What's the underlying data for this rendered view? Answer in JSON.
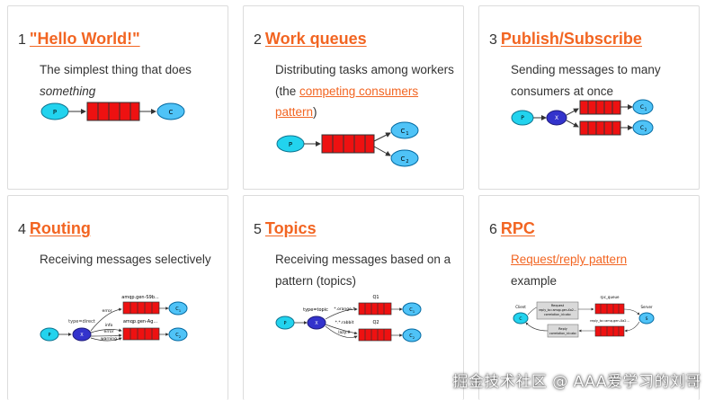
{
  "colors": {
    "accent": "#f26522",
    "producer": "#22d3ee",
    "consumer": "#4fc3f7",
    "exchange": "#3333cc",
    "queue": "#ee1111"
  },
  "cards": [
    {
      "number": "1",
      "title": "\"Hello World!\"",
      "desc_line1": "The simplest thing that does",
      "desc_em": "something",
      "diagram": {
        "producer_label": "P",
        "consumer_label": "C"
      }
    },
    {
      "number": "2",
      "title": "Work queues",
      "desc_before": "Distributing tasks among workers (the ",
      "desc_link": "competing consumers pattern",
      "desc_after": ")",
      "diagram": {
        "producer_label": "P",
        "consumer1_label": "C",
        "consumer1_sub": "1",
        "consumer2_label": "C",
        "consumer2_sub": "2"
      }
    },
    {
      "number": "3",
      "title": "Publish/Subscribe",
      "desc": "Sending messages to many consumers at once",
      "diagram": {
        "producer_label": "P",
        "exchange_label": "X",
        "consumer1_label": "C",
        "consumer1_sub": "1",
        "consumer2_label": "C",
        "consumer2_sub": "2"
      }
    },
    {
      "number": "4",
      "title": "Routing",
      "desc": "Receiving messages selectively",
      "diagram": {
        "producer_label": "P",
        "exchange_label": "X",
        "exchange_type": "type=direct",
        "queue1_name": "amqp.gen-S9b...",
        "queue2_name": "amqp.gen-Ag...",
        "binding_error": "error",
        "binding_info": "info",
        "binding_error2": "error",
        "binding_warning": "warning",
        "consumer1_label": "C",
        "consumer1_sub": "1",
        "consumer2_label": "C",
        "consumer2_sub": "2"
      }
    },
    {
      "number": "5",
      "title": "Topics",
      "desc": "Receiving messages based on a pattern (topics)",
      "diagram": {
        "producer_label": "P",
        "exchange_label": "X",
        "exchange_type": "type=topic",
        "queue1_name": "Q1",
        "queue2_name": "Q2",
        "binding1": "*.orange.*",
        "binding2": "*.*.rabbit",
        "binding3": "lazy.#",
        "consumer1_label": "C",
        "consumer1_sub": "1",
        "consumer2_label": "C",
        "consumer2_sub": "2"
      }
    },
    {
      "number": "6",
      "title": "RPC",
      "desc_link": "Request/reply pattern",
      "desc_after": "example",
      "diagram": {
        "client_label": "C",
        "client_name": "Client",
        "server_label": "S",
        "server_name": "Server",
        "request_box_line1": "Request",
        "request_box_line2": "reply_to=amqp.gen-Xa2...",
        "request_box_line3": "correlation_id=abc",
        "reply_box_line1": "Reply",
        "reply_box_line2": "correlation_id=abc",
        "rpc_queue_name": "rpc_queue",
        "reply_queue_name": "reply_to=amq.gen-Xa2..."
      }
    }
  ],
  "watermark": "掘金技术社区 @ AAA爱学习的刘哥"
}
